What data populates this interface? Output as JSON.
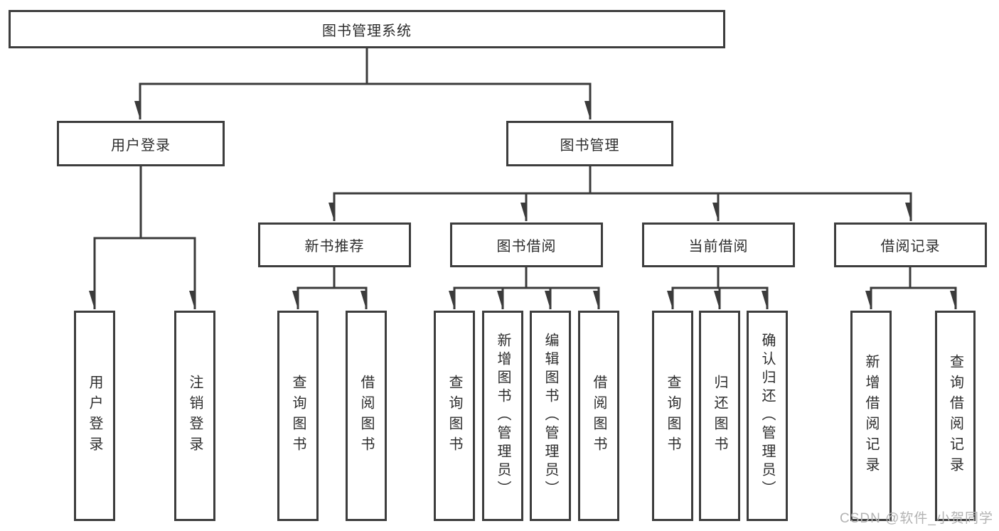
{
  "diagram_title": "图书管理系统",
  "tree": {
    "label": "图书管理系统",
    "children": [
      {
        "label": "用户登录",
        "children": [
          {
            "label": "用户登录"
          },
          {
            "label": "注销登录"
          }
        ]
      },
      {
        "label": "图书管理",
        "children": [
          {
            "label": "新书推荐",
            "children": [
              {
                "label": "查询图书"
              },
              {
                "label": "借阅图书"
              }
            ]
          },
          {
            "label": "图书借阅",
            "children": [
              {
                "label": "查询图书"
              },
              {
                "label": "新增图书（管理员）"
              },
              {
                "label": "编辑图书（管理员）"
              },
              {
                "label": "借阅图书"
              }
            ]
          },
          {
            "label": "当前借阅",
            "children": [
              {
                "label": "查询图书"
              },
              {
                "label": "归还图书"
              },
              {
                "label": "确认归还（管理员）"
              }
            ]
          },
          {
            "label": "借阅记录",
            "children": [
              {
                "label": "新增借阅记录"
              },
              {
                "label": "查询借阅记录"
              }
            ]
          }
        ]
      }
    ]
  },
  "watermark": {
    "text": "CSDN @软件_小贺同学"
  },
  "colors": {
    "line": "#3b3b3b",
    "border": "#3d3d3d",
    "text": "#2d2d2d",
    "watermark": "#b3b3b3",
    "background": "#ffffff"
  }
}
